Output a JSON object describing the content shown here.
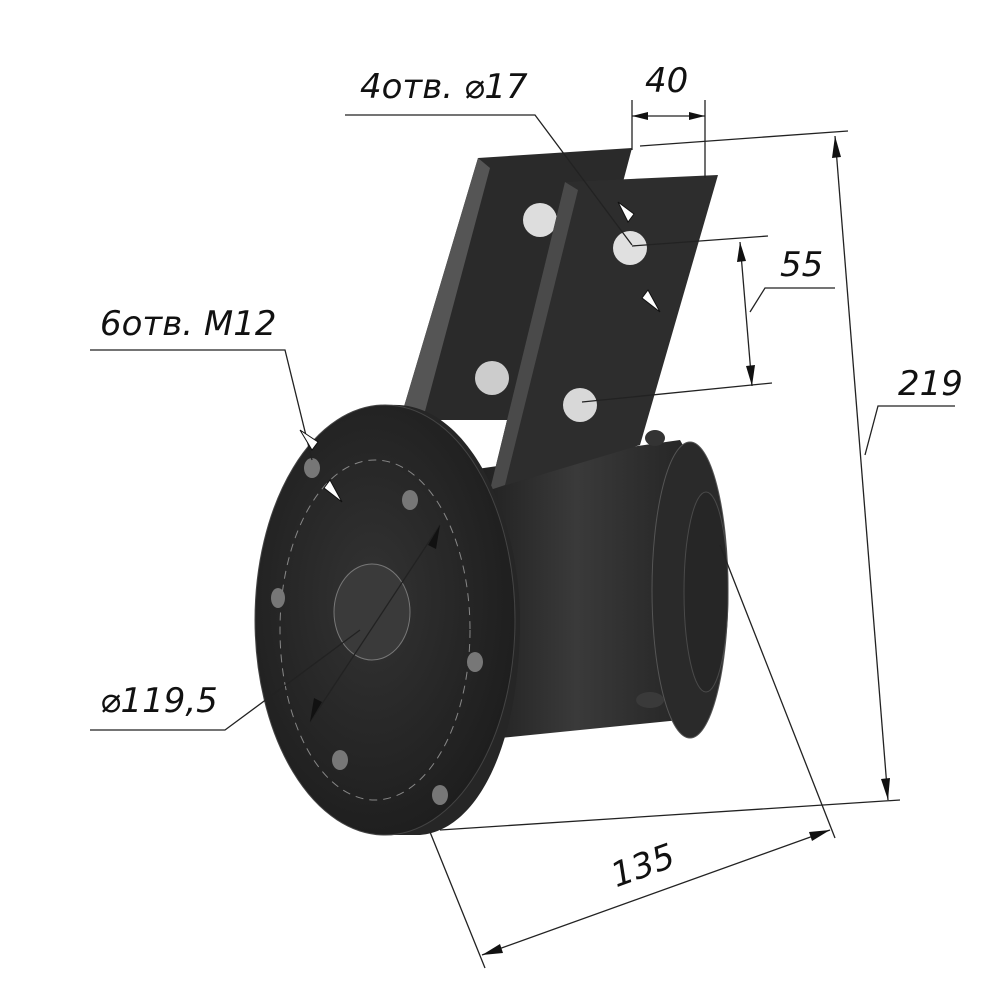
{
  "drawing": {
    "part": "bracket-with-flanged-hub",
    "annotations": {
      "plate_holes": "4отв. ⌀17",
      "flange_holes": "6отв. M12",
      "plate_width": "40",
      "hole_spacing": "55",
      "total_height": "219",
      "bolt_circle": "⌀119,5",
      "total_length": "135"
    }
  },
  "colors": {
    "body": "#2b2b2b",
    "body_light": "#444444",
    "line": "#222222"
  }
}
